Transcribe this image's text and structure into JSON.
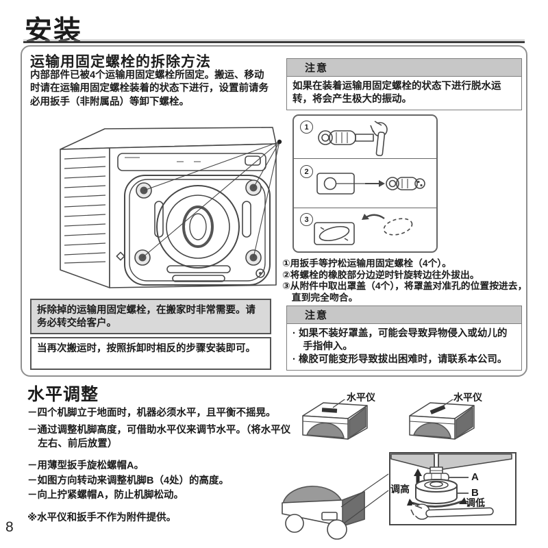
{
  "page": {
    "title": "安装",
    "page_number": "8"
  },
  "section1": {
    "title": "运输用固定螺栓的拆除方法",
    "intro": "内部部件已被4个运输用固定螺栓所固定。搬运、移动时请在运输用固定螺栓装着的状态下进行，设置前请务必用扳手（非附属品）等卸下螺栓。",
    "caution_label": "注意",
    "caution1_text": "如果在装着运输用固定螺栓的状态下进行脱水运转，将会产生极大的振动。",
    "panel_numbers": [
      "1",
      "2",
      "3"
    ],
    "steps": [
      "①用扳手等拧松运输用固定螺栓（4个）。",
      "②将螺栓的橡胶部分边逆时针旋转边往外拔出。",
      "③从附件中取出罩盖（4个），将罩盖对准孔的位置按进去，直到完全吻合。"
    ],
    "caution2_label": "注意",
    "caution2_items": [
      "· 如果不装好罩盖，可能会导致异物侵入或幼儿的手指伸入。",
      "· 橡胶可能变形导致拔出困难时，请联系本公司。"
    ],
    "note_gray": "拆除掉的运输用固定螺栓，在搬家时非常需要。请务必转交给客户。",
    "note_white": "当再次搬运时，按照拆卸时相反的步骤安装即可。"
  },
  "section2": {
    "title": "水平调整",
    "bullets": [
      "－四个机脚立于地面时，机器必须水平，且平衡不摇晃。",
      "－通过调整机脚高度，可借助水平仪来调节水平。（将水平仪左右、前后放置）",
      "－用薄型扳手旋松螺帽A。",
      "－如图方向转动来调整机脚B（4处）的高度。",
      "－向上拧紧螺帽A，防止机脚松动。"
    ],
    "footnote": "※水平仪和扳手不作为附件提供。",
    "level_label": "水平仪",
    "labels": {
      "a": "A",
      "b": "B",
      "raise": "调高",
      "lower": "调低"
    }
  }
}
